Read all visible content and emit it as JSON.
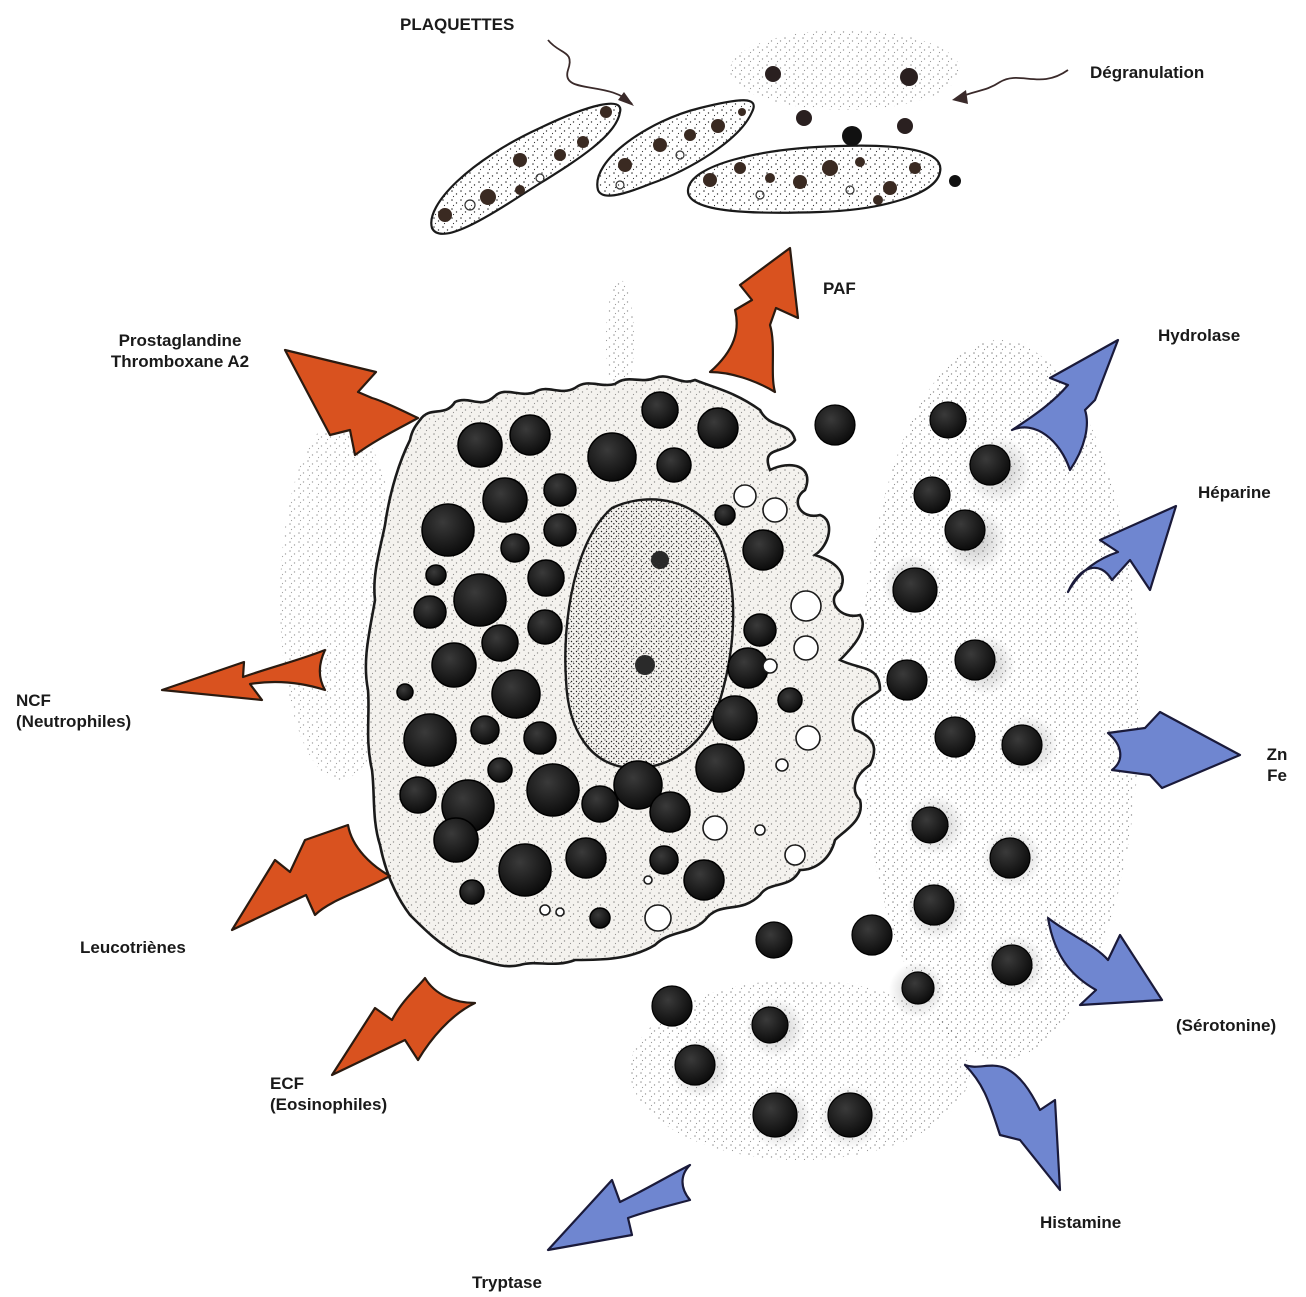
{
  "labels": {
    "plaquettes": "PLAQUETTES",
    "degranulation": "Dégranulation",
    "paf": "PAF",
    "prostaglandine": "Prostaglandine",
    "thromboxane": "Thromboxane A2",
    "hydrolase": "Hydrolase",
    "heparine": "Héparine",
    "ncf": "NCF",
    "neutrophiles": "(Neutrophiles)",
    "zn": "Zn",
    "fe": "Fe",
    "leucotrienes": "Leucotriènes",
    "serotonine": "(Sérotonine)",
    "ecf": "ECF",
    "eosinophiles": "(Eosinophiles)",
    "histamine": "Histamine",
    "tryptase": "Tryptase"
  },
  "colors": {
    "red_arrow": "#d9521f",
    "blue_arrow": "#6f86d0",
    "ink": "#1a1a1a",
    "cell_fill": "#f4f2ee"
  }
}
